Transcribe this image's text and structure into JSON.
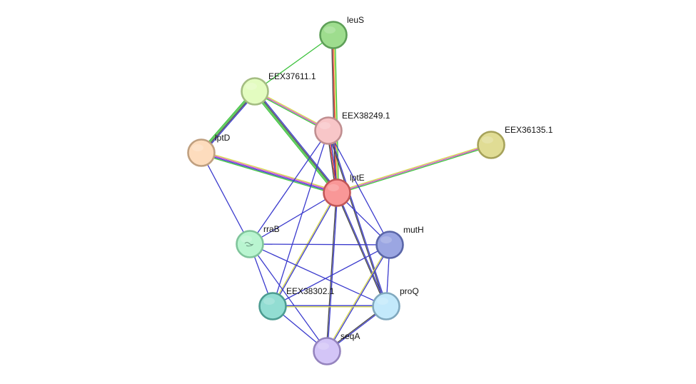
{
  "network": {
    "nodes": [
      {
        "id": "leuS",
        "label": "leuS",
        "color": "#9edd8e",
        "stroke": "#5e9f58"
      },
      {
        "id": "EEX37611.1",
        "label": "EEX37611.1",
        "color": "#e3fcc0",
        "stroke": "#a4bd82"
      },
      {
        "id": "EEX38249.1",
        "label": "EEX38249.1",
        "color": "#f8c6c8",
        "stroke": "#c08e90"
      },
      {
        "id": "EEX36135.1",
        "label": "EEX36135.1",
        "color": "#e0dc94",
        "stroke": "#a6a25a"
      },
      {
        "id": "lptD",
        "label": "lptD",
        "color": "#fddcbd",
        "stroke": "#c0a080"
      },
      {
        "id": "lptE",
        "label": "lptE",
        "color": "#f99797",
        "stroke": "#c25656"
      },
      {
        "id": "rraB",
        "label": "rraB",
        "color": "#b9f5d0",
        "stroke": "#7fc49b"
      },
      {
        "id": "mutH",
        "label": "mutH",
        "color": "#9ba6e2",
        "stroke": "#5a66a8"
      },
      {
        "id": "EEX38302.1",
        "label": "EEX38302.1",
        "color": "#92ddd2",
        "stroke": "#4c9c91"
      },
      {
        "id": "proQ",
        "label": "proQ",
        "color": "#c3e9fb",
        "stroke": "#80a8be"
      },
      {
        "id": "seqA",
        "label": "seqA",
        "color": "#d3c5f7",
        "stroke": "#9584be"
      }
    ],
    "edges": [
      {
        "source": "leuS",
        "target": "lptE",
        "colors": [
          "#3ec23e",
          "#d6d64a",
          "#e03030",
          "#444444"
        ]
      },
      {
        "source": "leuS",
        "target": "EEX37611.1",
        "colors": [
          "#3ec23e"
        ]
      },
      {
        "source": "EEX37611.1",
        "target": "EEX38249.1",
        "colors": [
          "#d6d64a",
          "#cc44cc",
          "#3ec23e"
        ]
      },
      {
        "source": "EEX37611.1",
        "target": "lptD",
        "colors": [
          "#3a3acd",
          "#444444",
          "#3ec23e",
          "#3ec23e"
        ]
      },
      {
        "source": "EEX37611.1",
        "target": "lptE",
        "colors": [
          "#3a3acd",
          "#444444",
          "#3ec23e",
          "#3ec23e"
        ]
      },
      {
        "source": "EEX38249.1",
        "target": "lptE",
        "colors": [
          "#3a3acd",
          "#e03030",
          "#444444"
        ]
      },
      {
        "source": "lptD",
        "target": "lptE",
        "colors": [
          "#d6d64a",
          "#cc44cc",
          "#3a3acd",
          "#3ec23e"
        ]
      },
      {
        "source": "EEX36135.1",
        "target": "lptE",
        "colors": [
          "#3ec23e",
          "#cc44cc",
          "#d6d64a"
        ]
      },
      {
        "source": "lptD",
        "target": "rraB",
        "colors": [
          "#3a3acd"
        ]
      },
      {
        "source": "EEX38249.1",
        "target": "rraB",
        "colors": [
          "#3a3acd"
        ]
      },
      {
        "source": "EEX38249.1",
        "target": "EEX38302.1",
        "colors": [
          "#3a3acd"
        ]
      },
      {
        "source": "EEX38249.1",
        "target": "mutH",
        "colors": [
          "#3a3acd"
        ]
      },
      {
        "source": "EEX38249.1",
        "target": "proQ",
        "colors": [
          "#3a3acd",
          "#444444"
        ]
      },
      {
        "source": "lptE",
        "target": "rraB",
        "colors": [
          "#3a3acd"
        ]
      },
      {
        "source": "lptE",
        "target": "mutH",
        "colors": [
          "#3a3acd"
        ]
      },
      {
        "source": "lptE",
        "target": "EEX38302.1",
        "colors": [
          "#3a3acd",
          "#d6d64a"
        ]
      },
      {
        "source": "lptE",
        "target": "proQ",
        "colors": [
          "#3a3acd",
          "#444444"
        ]
      },
      {
        "source": "lptE",
        "target": "seqA",
        "colors": [
          "#3a3acd",
          "#444444"
        ]
      },
      {
        "source": "rraB",
        "target": "mutH",
        "colors": [
          "#3a3acd"
        ]
      },
      {
        "source": "rraB",
        "target": "EEX38302.1",
        "colors": [
          "#3a3acd"
        ]
      },
      {
        "source": "rraB",
        "target": "proQ",
        "colors": [
          "#3a3acd"
        ]
      },
      {
        "source": "rraB",
        "target": "seqA",
        "colors": [
          "#3a3acd"
        ]
      },
      {
        "source": "mutH",
        "target": "EEX38302.1",
        "colors": [
          "#3a3acd"
        ]
      },
      {
        "source": "mutH",
        "target": "proQ",
        "colors": [
          "#3a3acd"
        ]
      },
      {
        "source": "mutH",
        "target": "seqA",
        "colors": [
          "#3a3acd",
          "#d6d64a"
        ]
      },
      {
        "source": "EEX38302.1",
        "target": "proQ",
        "colors": [
          "#3a3acd",
          "#d6d64a"
        ]
      },
      {
        "source": "EEX38302.1",
        "target": "seqA",
        "colors": [
          "#3a3acd"
        ]
      },
      {
        "source": "proQ",
        "target": "seqA",
        "colors": [
          "#3a3acd",
          "#444444"
        ]
      }
    ]
  }
}
